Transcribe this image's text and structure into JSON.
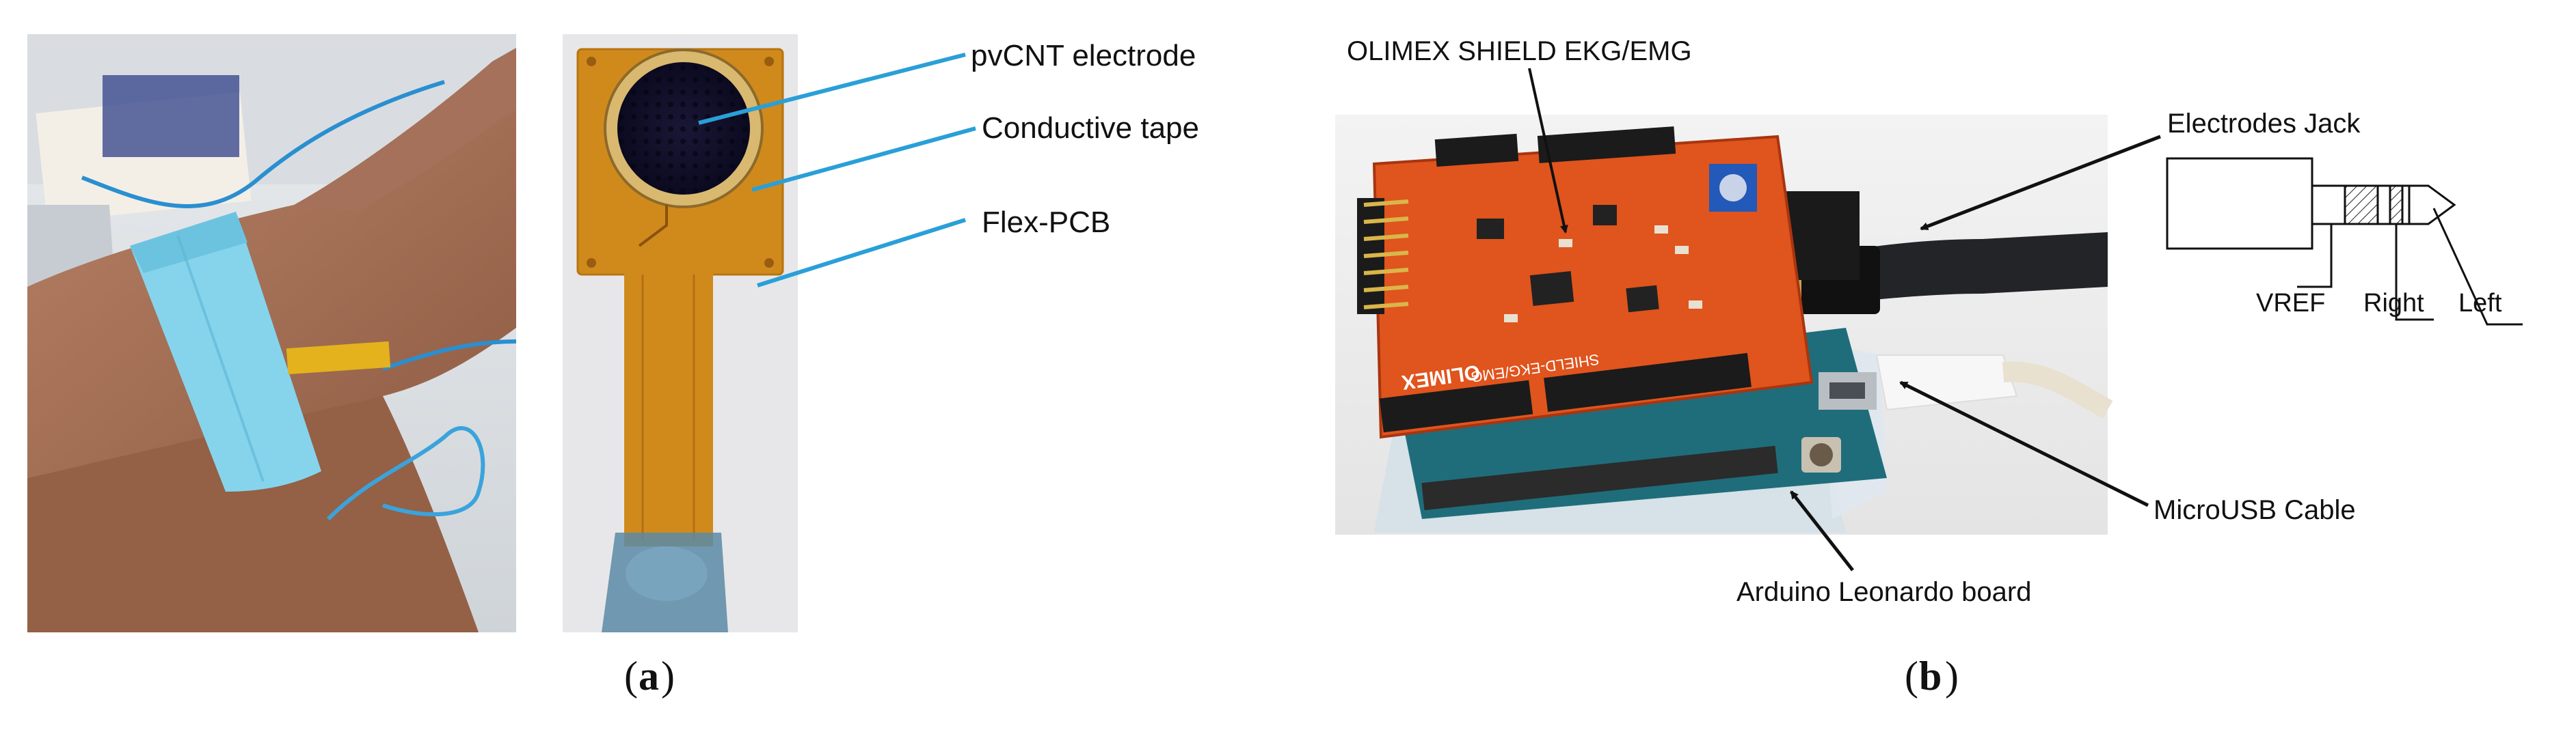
{
  "panel_a": {
    "label_letter": "a",
    "callouts": {
      "electrode": "pvCNT electrode",
      "tape": "Conductive tape",
      "pcb": "Flex-PCB"
    }
  },
  "panel_b": {
    "label_letter": "b",
    "callouts": {
      "shield": "OLIMEX SHIELD EKG/EMG",
      "jack": "Electrodes Jack",
      "usb": "MicroUSB Cable",
      "board": "Arduino Leonardo board"
    },
    "jack_pins": {
      "vref": "VREF",
      "right": "Right",
      "left": "Left"
    },
    "board_print": {
      "brand": "OLIMEX",
      "model": "SHIELD-EKG/EMG"
    }
  },
  "colors": {
    "callout_line": "#2a9fd8",
    "pcb_orange": "#e0541d",
    "flex_amber": "#d08a1c",
    "strap_blue": "#86d4ec"
  }
}
